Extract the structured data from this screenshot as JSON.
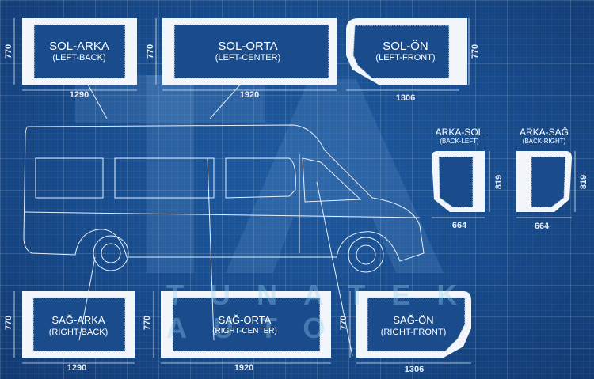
{
  "watermark": "TUNATEK AUTO",
  "colors": {
    "background": "#174a8a",
    "glass_frame": "#f2f5f9",
    "line": "#dfe8f5"
  },
  "windows": [
    {
      "id": "sol-arka",
      "name": "SOL-ARKA",
      "sub": "(LEFT-BACK)",
      "width": "1290",
      "height": "770"
    },
    {
      "id": "sol-orta",
      "name": "SOL-ORTA",
      "sub": "(LEFT-CENTER)",
      "width": "1920",
      "height": "770"
    },
    {
      "id": "sol-on",
      "name": "SOL-ÖN",
      "sub": "(LEFT-FRONT)",
      "width": "1306",
      "height": "770"
    },
    {
      "id": "arka-sol",
      "name": "ARKA-SOL",
      "sub": "(BACK-LEFT)",
      "width": "664",
      "height": "819"
    },
    {
      "id": "arka-sag",
      "name": "ARKA-SAĞ",
      "sub": "(BACK-RIGHT)",
      "width": "664",
      "height": "819"
    },
    {
      "id": "sag-arka",
      "name": "SAĞ-ARKA",
      "sub": "(RIGHT-BACK)",
      "width": "1290",
      "height": "770"
    },
    {
      "id": "sag-orta",
      "name": "SAĞ-ORTA",
      "sub": "(RIGHT-CENTER)",
      "width": "1920",
      "height": "770"
    },
    {
      "id": "sag-on",
      "name": "SAĞ-ÖN",
      "sub": "(RIGHT-FRONT)",
      "width": "1306",
      "height": "770"
    }
  ]
}
